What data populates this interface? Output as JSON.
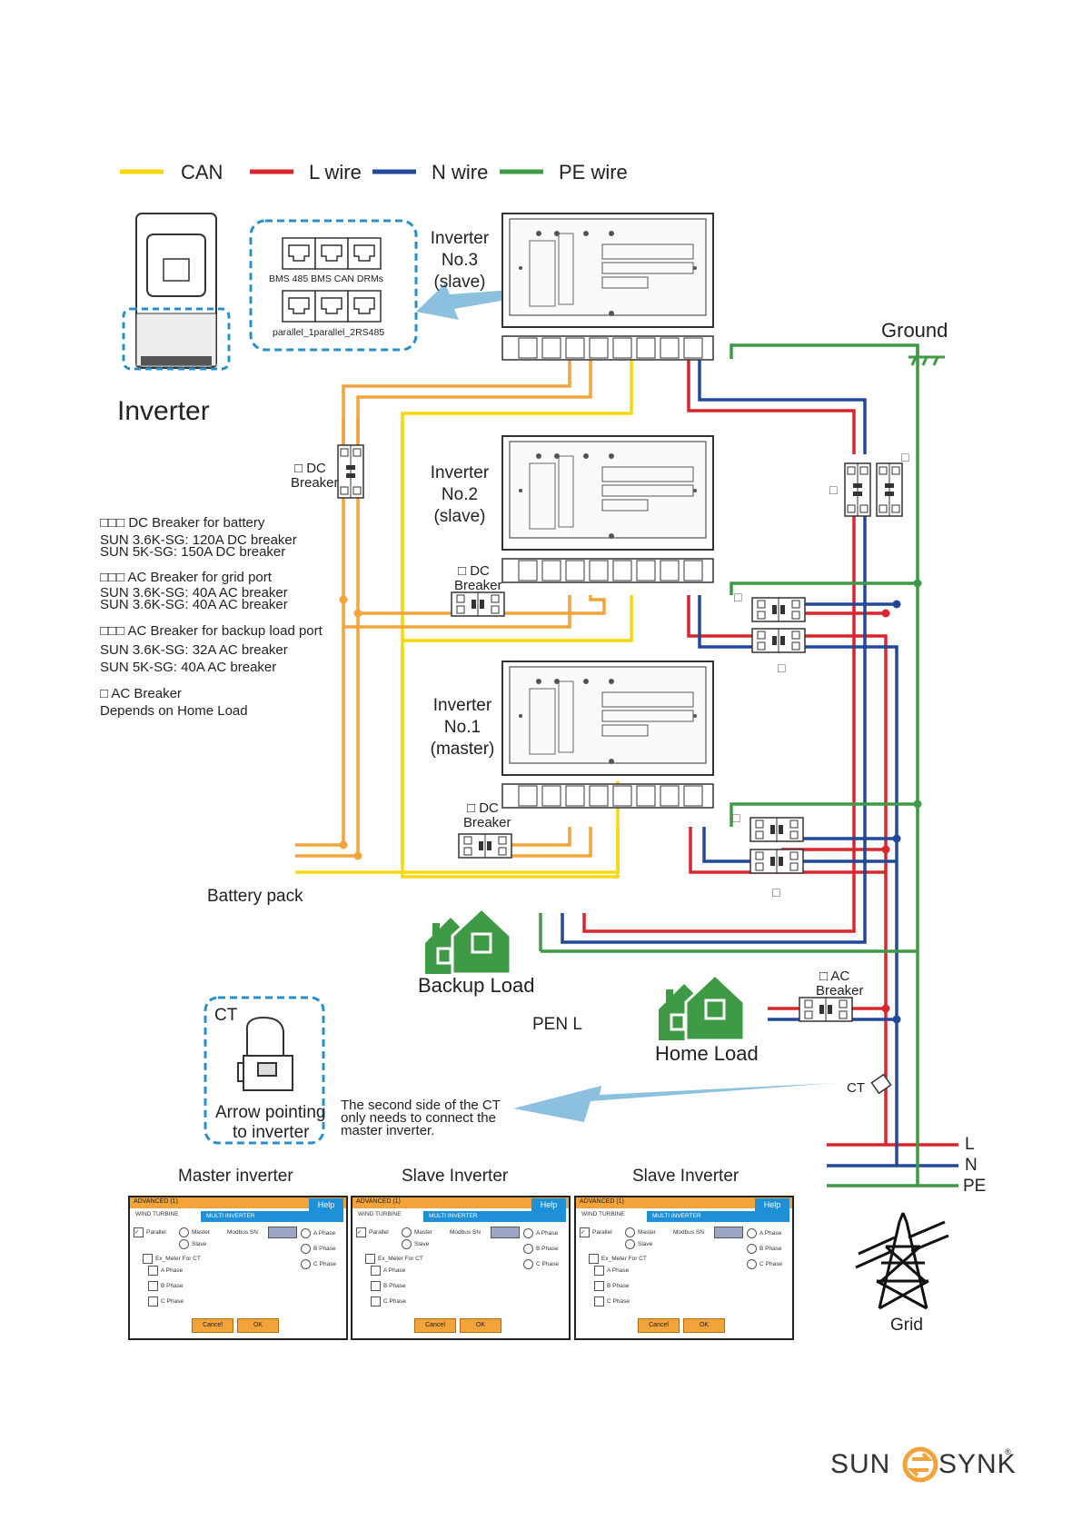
{
  "legend": [
    {
      "label": "CAN",
      "color": "#f6d80e"
    },
    {
      "label": "L wire",
      "color": "#d9262c"
    },
    {
      "label": "N wire",
      "color": "#23489a"
    },
    {
      "label": "PE wire",
      "color": "#3f9a45"
    }
  ],
  "ports": {
    "row1": "BMS 485  BMS CAN  DRMs",
    "row2": "parallel_1parallel_2RS485"
  },
  "inverter_title": "Inverter",
  "inverters": [
    {
      "line1": "Inverter",
      "line2": "No.3",
      "line3": "(slave)"
    },
    {
      "line1": "Inverter",
      "line2": "No.2",
      "line3": "(slave)"
    },
    {
      "line1": "Inverter",
      "line2": "No.1",
      "line3": "(master)"
    }
  ],
  "ground_label": "Ground",
  "dc_breaker": {
    "line1": "□ DC",
    "line2": "Breaker"
  },
  "ac_breaker": {
    "line1": "□ AC",
    "line2": "Breaker"
  },
  "small_square": "□",
  "notes": {
    "battery_title": "□□□ DC Breaker for battery",
    "battery_1": "SUN 3.6K-SG: 120A DC breaker",
    "battery_2": "SUN 5K-SG: 150A DC breaker",
    "grid_title": "□□□ AC Breaker for grid port",
    "grid_1": "SUN 3.6K-SG: 40A AC breaker",
    "grid_2": "SUN 3.6K-SG: 40A AC breaker",
    "backup_title": "□□□ AC Breaker for backup load port",
    "backup_1": "SUN 3.6K-SG: 32A AC breaker",
    "backup_2": "SUN 5K-SG: 40A AC breaker",
    "ac_title": "□ AC Breaker",
    "ac_1": "Depends on Home Load"
  },
  "battery_pack": "Battery pack",
  "backup_load": "Backup Load",
  "pen_l": "PEN  L",
  "home_load": "Home Load",
  "ct_box": {
    "title": "CT",
    "line1": "Arrow pointing",
    "line2": "to inverter"
  },
  "ct_note": {
    "line1": "The second side of the CT",
    "line2": "only needs to  connect the",
    "line3": "master inverter."
  },
  "ct_label": "CT",
  "grid_lines": [
    "L",
    "N",
    "PE"
  ],
  "grid_label": "Grid",
  "screens": [
    {
      "title": "Master inverter"
    },
    {
      "title": "Slave Inverter"
    },
    {
      "title": "Slave Inverter"
    }
  ],
  "screen_ui": {
    "header": "ADVANCED (1)",
    "help": "Help",
    "tab1": "WIND TURBINE",
    "tab2": "MULTI INVERTER",
    "parallel": "Parallel",
    "master": "Master",
    "slave": "Slave",
    "modbus": "Modbus SN",
    "a_phase": "A Phase",
    "b_phase": "B Phase",
    "c_phase": "C Phase",
    "ex_meter": "Ex_Meter For CT",
    "cancel": "Cancel",
    "ok": "OK"
  },
  "brand": {
    "left": "SUN",
    "right": "SYNK",
    "mark": "®"
  }
}
